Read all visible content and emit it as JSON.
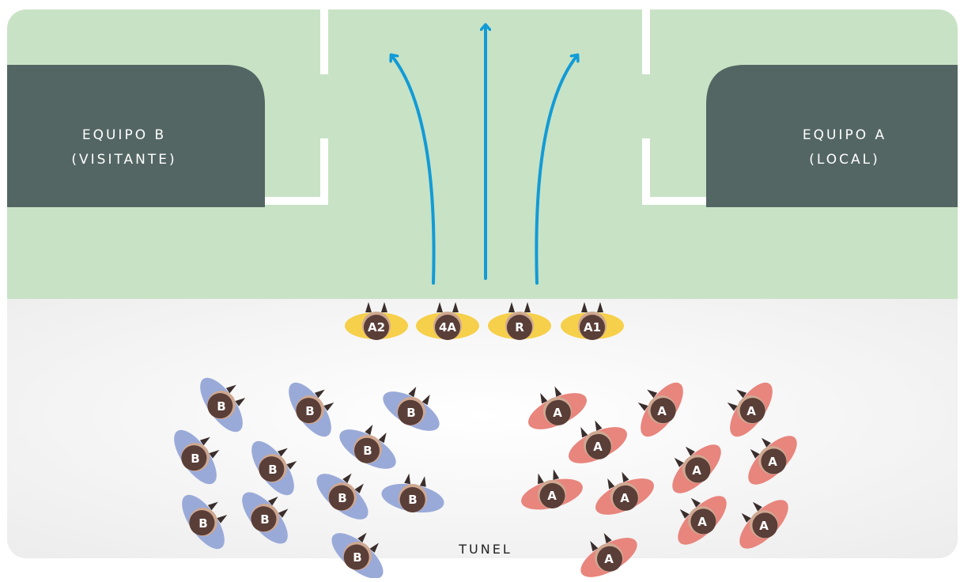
{
  "labels": {
    "team_b_line1": "EQUIPO B",
    "team_b_line2": "(VISITANTE)",
    "team_a_line1": "EQUIPO A",
    "team_a_line2": "(LOCAL)",
    "tunnel": "TUNEL"
  },
  "officials": [
    {
      "label": "A2"
    },
    {
      "label": "4A"
    },
    {
      "label": "R"
    },
    {
      "label": "A1"
    }
  ],
  "team_b_players": [
    {
      "label": "B"
    },
    {
      "label": "B"
    },
    {
      "label": "B"
    },
    {
      "label": "B"
    },
    {
      "label": "B"
    },
    {
      "label": "B"
    },
    {
      "label": "B"
    },
    {
      "label": "B"
    },
    {
      "label": "B"
    },
    {
      "label": "B"
    },
    {
      "label": "B"
    }
  ],
  "team_a_players": [
    {
      "label": "A"
    },
    {
      "label": "A"
    },
    {
      "label": "A"
    },
    {
      "label": "A"
    },
    {
      "label": "A"
    },
    {
      "label": "A"
    },
    {
      "label": "A"
    },
    {
      "label": "A"
    },
    {
      "label": "A"
    },
    {
      "label": "A"
    },
    {
      "label": "A"
    }
  ],
  "colors": {
    "pitch": "#c8e2c5",
    "tunnel_floor": "#f6f6f6",
    "benches": "#536663",
    "arrows": "#129bd6",
    "officials": "#f6cf4b",
    "team_b": "#9aaad8",
    "team_a": "#e8857d",
    "head": "#5a3e38",
    "lines": "#ffffff"
  }
}
